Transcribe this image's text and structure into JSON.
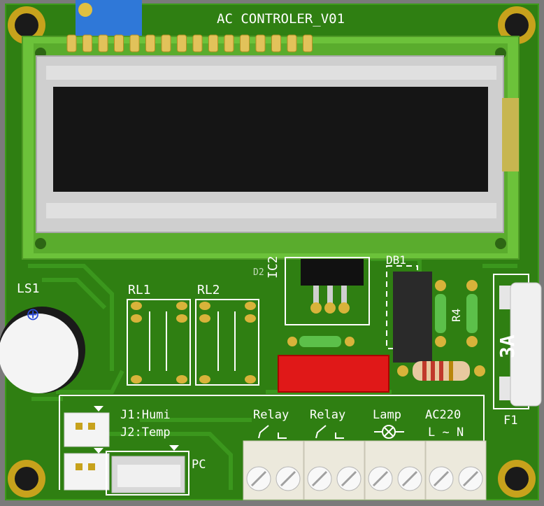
{
  "board": {
    "title": "AC CONTROLER_V01",
    "pcb_color": "#2f7f12",
    "silk_color": "#ffffff"
  },
  "designators": {
    "ls1": "LS1",
    "rl1": "RL1",
    "rl2": "RL2",
    "ic2": "IC2",
    "db1": "DB1",
    "r4": "R4",
    "f1": "F1",
    "j1": "J1:Humi",
    "j2": "J2:Temp",
    "pc": "PC",
    "d2": "D2"
  },
  "terminals": {
    "relay1": "Relay",
    "relay2": "Relay",
    "lamp": "Lamp",
    "ac": "AC220",
    "ac_sub": "L ~ N"
  },
  "fuse": {
    "rating": "3A"
  },
  "buzzer": {
    "polarity": "⊕"
  },
  "lcd": {
    "bezel_color": "#6cc23a",
    "screen_color": "#151515",
    "pin_count": 16
  }
}
